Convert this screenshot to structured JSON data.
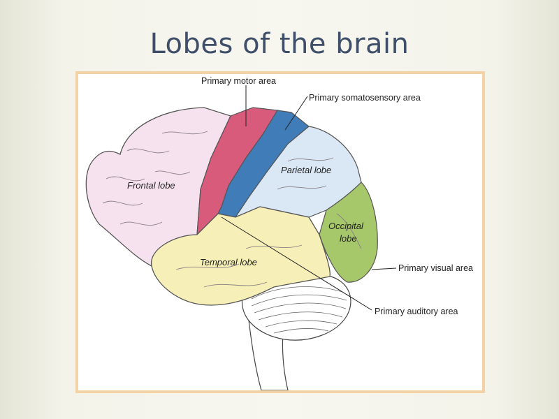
{
  "slide": {
    "title": "Lobes of the brain"
  },
  "diagram": {
    "lobes": {
      "frontal": "Frontal lobe",
      "parietal": "Parietal lobe",
      "temporal": "Temporal lobe",
      "occipital_line1": "Occipital",
      "occipital_line2": "lobe"
    },
    "areas": {
      "motor": "Primary motor area",
      "somatosensory": "Primary somatosensory area",
      "visual": "Primary visual area",
      "auditory": "Primary auditory area"
    },
    "colors": {
      "frontal": "#f6e1ee",
      "motor": "#d95b7c",
      "somatosensory": "#3f7cb8",
      "parietal": "#dae8f5",
      "occipital": "#a7c76b",
      "temporal": "#f6efb7",
      "frame_border": "#f3d2a6",
      "title": "#3f4f6a"
    }
  }
}
